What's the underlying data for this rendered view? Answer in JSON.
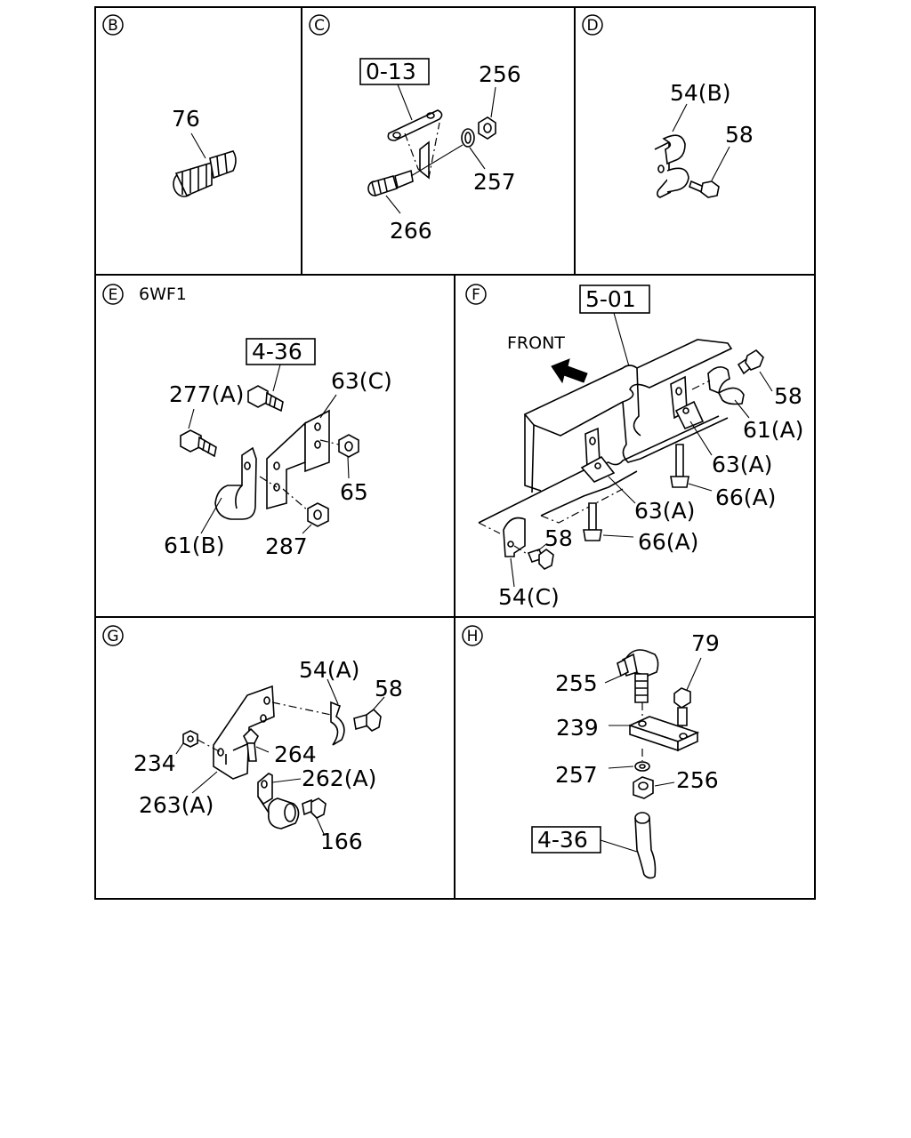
{
  "panels": {
    "B": {
      "letter": "B",
      "labels": [
        "76"
      ]
    },
    "C": {
      "letter": "C",
      "ref": "0-13",
      "labels": [
        "256",
        "257",
        "266"
      ]
    },
    "D": {
      "letter": "D",
      "labels": [
        "54(B)",
        "58"
      ]
    },
    "E": {
      "letter": "E",
      "note": "6WF1",
      "ref": "4-36",
      "labels": [
        "277(A)",
        "63(C)",
        "65",
        "61(B)",
        "287"
      ]
    },
    "F": {
      "letter": "F",
      "ref": "5-01",
      "direction": "FRONT",
      "labels": [
        "58",
        "61(A)",
        "63(A)",
        "66(A)",
        "63(A)",
        "66(A)",
        "58",
        "54(C)"
      ]
    },
    "G": {
      "letter": "G",
      "labels": [
        "54(A)",
        "58",
        "264",
        "234",
        "262(A)",
        "263(A)",
        "166"
      ]
    },
    "H": {
      "letter": "H",
      "ref": "4-36",
      "labels": [
        "79",
        "255",
        "239",
        "257",
        "256"
      ]
    }
  }
}
